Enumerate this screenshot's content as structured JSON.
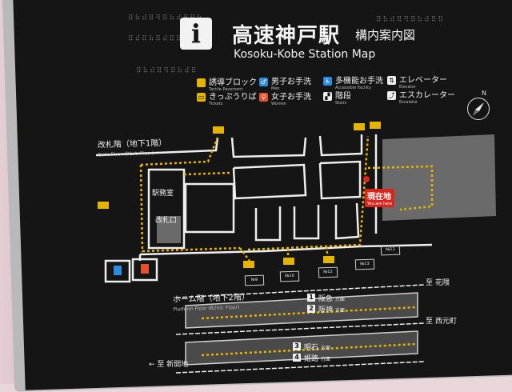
{
  "sign": {
    "info_glyph": "i",
    "title_ja": "高速神戸駅",
    "title_sub": "構内案内図",
    "title_en": "Kosoku-Kobe Station Map"
  },
  "legend": [
    {
      "ja": "誘導ブロック",
      "en": "Tactile Pavement",
      "icon": "tactile-pavement-icon",
      "color": "#e4b400"
    },
    {
      "ja": "きっぷうりば",
      "en": "Tickets",
      "icon": "ticket-icon",
      "color": "#e4b400"
    },
    {
      "ja": "男子お手洗",
      "en": "Men",
      "icon": "men-restroom-icon",
      "color": "#2d8be0"
    },
    {
      "ja": "女子お手洗",
      "en": "Women",
      "icon": "women-restroom-icon",
      "color": "#e6502a"
    },
    {
      "ja": "多機能お手洗",
      "en": "Accessible Facility",
      "icon": "accessible-restroom-icon",
      "color": "#2d8be0"
    },
    {
      "ja": "階段",
      "en": "Stairs",
      "icon": "stairs-icon",
      "color": "#eeeeee"
    },
    {
      "ja": "エレベーター",
      "en": "Elevator",
      "icon": "elevator-icon",
      "color": "#eeeeee"
    },
    {
      "ja": "エスカレーター",
      "en": "Escalator",
      "icon": "escalator-icon",
      "color": "#eeeeee"
    }
  ],
  "compass": {
    "north": "N"
  },
  "floors": {
    "gate_floor_ja": "改札階（地下1階）",
    "gate_floor_en": "Gate Floor (B1st. Floor)",
    "platform_floor_ja": "ホーム階（地下2階）",
    "platform_floor_en": "Platform Floor (B2nd. Floor)"
  },
  "rooms": {
    "station_office": "駅務室",
    "ticket_gate": "改札口",
    "current_location_ja": "現在地",
    "current_location_en": "You are here"
  },
  "exits": [
    "№9",
    "№10",
    "№12",
    "№13",
    "№11"
  ],
  "platforms": [
    {
      "num": "1",
      "line": "阪急",
      "dir": "方面"
    },
    {
      "num": "2",
      "line": "阪神",
      "dir": "方面"
    },
    {
      "num": "3",
      "line": "明石",
      "dir": "方面"
    },
    {
      "num": "4",
      "line": "姫路",
      "dir": "方面"
    }
  ],
  "directions": {
    "to_hanakuma": "至 花隈",
    "to_nishimotomachi": "至 西元町",
    "to_shinkaichi": "至 新開地"
  },
  "colors": {
    "board": "#151515",
    "tactile": "#e4b400",
    "current": "#d8261c"
  }
}
